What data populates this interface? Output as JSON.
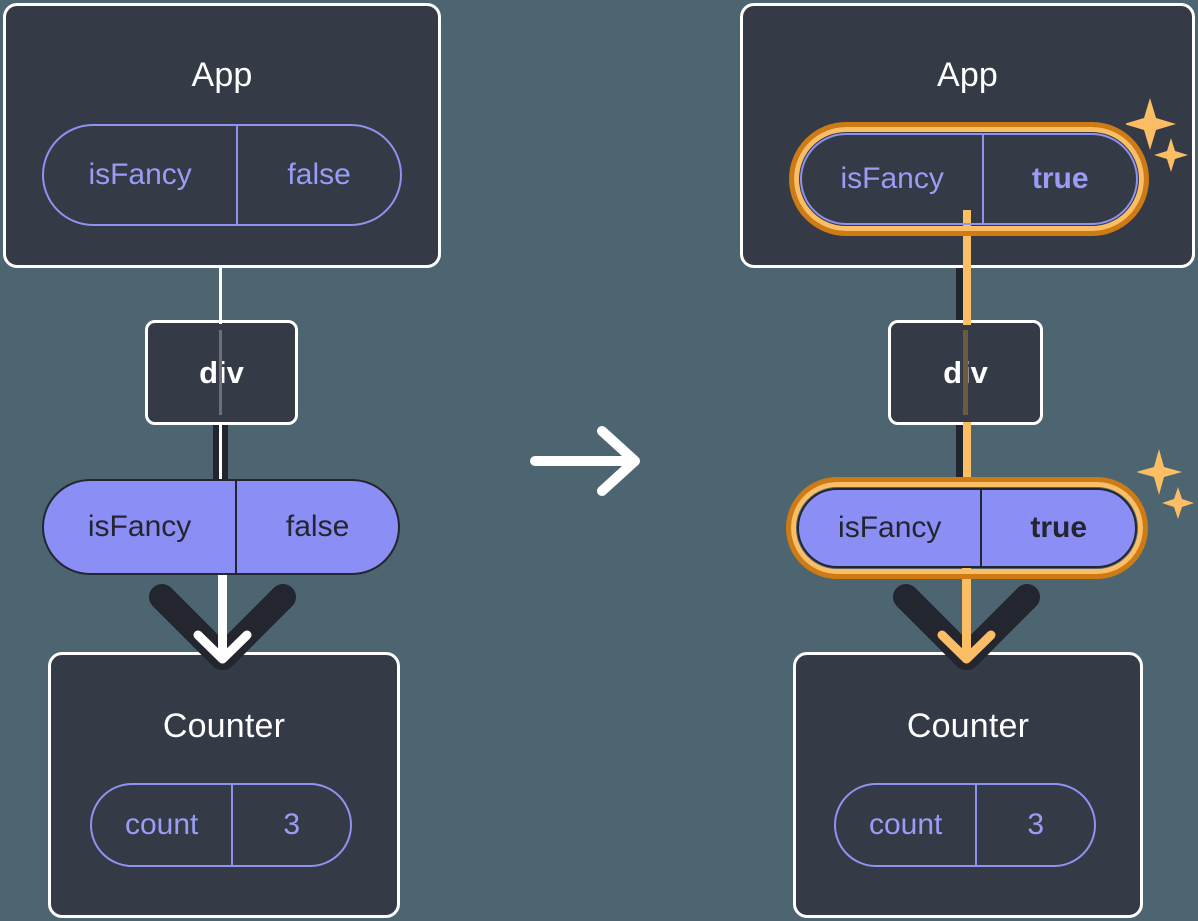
{
  "diagram": {
    "title": "React state propagation: isFancy false to true",
    "background_color": "#4d6570",
    "panel_color": "#343a46",
    "pill_fill_color": "#8b8ef5",
    "accent_color": "#cf7b15",
    "accent_light_color": "#fbbe64",
    "transition_icon": "right-arrow-icon"
  },
  "left": {
    "app": {
      "title": "App",
      "prop": {
        "key": "isFancy",
        "value": "false"
      }
    },
    "div": {
      "label": "div"
    },
    "prop_pill": {
      "key": "isFancy",
      "value": "false"
    },
    "counter": {
      "title": "Counter",
      "state": {
        "key": "count",
        "value": "3"
      }
    }
  },
  "right": {
    "app": {
      "title": "App",
      "prop": {
        "key": "isFancy",
        "value": "true"
      },
      "highlighted": true,
      "sparkle": "sparkle-icon"
    },
    "div": {
      "label": "div"
    },
    "prop_pill": {
      "key": "isFancy",
      "value": "true",
      "highlighted": true,
      "sparkle": "sparkle-icon"
    },
    "counter": {
      "title": "Counter",
      "state": {
        "key": "count",
        "value": "3"
      }
    }
  }
}
